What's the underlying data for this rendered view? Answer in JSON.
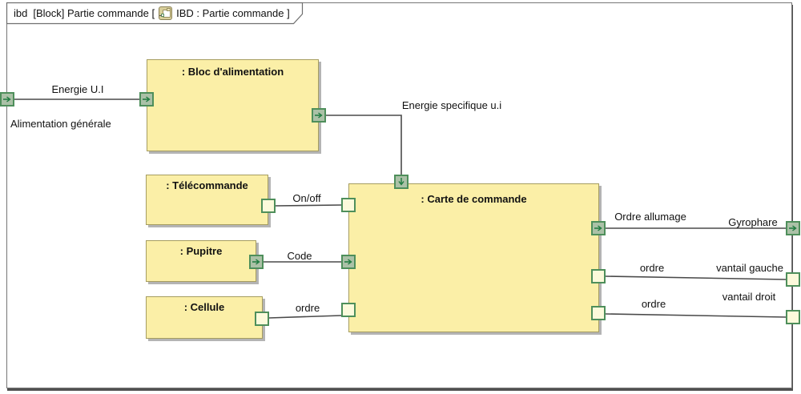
{
  "frame": {
    "tab_keyword": "ibd",
    "tab_title": "[Block] Partie commande [",
    "tab_icon": "ibd-diagram-icon",
    "tab_subtitle": "IBD : Partie commande ]"
  },
  "blocks": {
    "bloc_alimentation": {
      "label": ": Bloc d'alimentation"
    },
    "telecommande": {
      "label": ": Télécommande"
    },
    "pupitre": {
      "label": ": Pupitre"
    },
    "cellule": {
      "label": ": Cellule"
    },
    "carte_commande": {
      "label": ": Carte de commande"
    }
  },
  "connections": {
    "energie_ui": {
      "label": "Energie U.I"
    },
    "alimentation_generale": {
      "label": "Alimentation générale"
    },
    "energie_specifique": {
      "label": "Energie specifique u.i"
    },
    "on_off": {
      "label": "On/off"
    },
    "code": {
      "label": "Code"
    },
    "ordre_cellule": {
      "label": "ordre"
    },
    "ordre_allumage": {
      "label": "Ordre allumage"
    },
    "gyrophare": {
      "label": "Gyrophare"
    },
    "ordre_vantail_gauche": {
      "label": "ordre"
    },
    "vantail_gauche": {
      "label": "vantail gauche"
    },
    "ordre_vantail_droit": {
      "label": "ordre"
    },
    "vantail_droit": {
      "label": "vantail droit"
    }
  },
  "ports": {
    "flow_ports_with_arrow": [
      "alimentation-frame",
      "bloc-alimentation-in",
      "bloc-alimentation-out",
      "carte-energie-in",
      "pupitre-out",
      "carte-code-in",
      "carte-allumage-out",
      "frame-gyrophare"
    ],
    "plain_ports": [
      "telecommande-out",
      "carte-onoff-in",
      "cellule-out",
      "carte-ordre-in",
      "carte-ordre-gauche-out",
      "frame-vantail-gauche",
      "carte-ordre-droit-out",
      "frame-vantail-droit"
    ]
  },
  "colors": {
    "block_fill": "#fbefa7",
    "block_border": "#a69d60",
    "port_green_fill": "#abc1a7",
    "port_cream_fill": "#fcfadb",
    "port_border": "#4e8f5b",
    "arrow_green": "#1c7a3e",
    "connector_line": "#4a4a4a",
    "frame_border": "#767676"
  }
}
